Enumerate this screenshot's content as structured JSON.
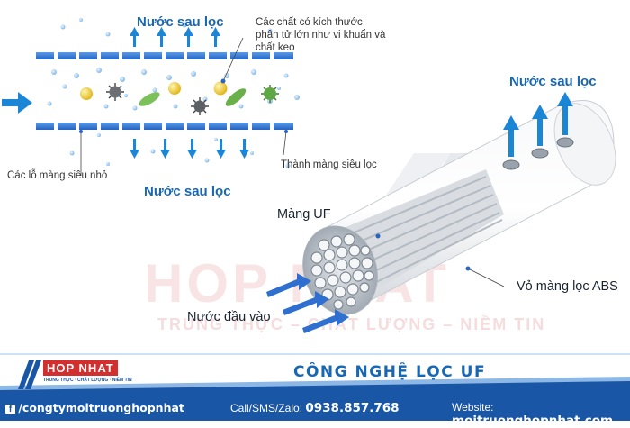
{
  "top_diagram": {
    "label_top": "Nước sau lọc",
    "label_bottom": "Nước sau lọc",
    "label_molecules": "Các chất có kích thước phân tử lớn như vi khuẩn và chất keo",
    "label_pores": "Các lỗ màng siêu nhỏ",
    "label_wall": "Thành màng siêu lọc"
  },
  "cylinder": {
    "label_out": "Nước sau lọc",
    "label_uf": "Màng UF",
    "label_shell": "Vỏ màng lọc ABS",
    "label_in": "Nước đầu vào"
  },
  "watermark": {
    "brand": "HOP NHAT",
    "slogan": "TRUNG THỰC – CHẤT LƯỢNG – NIỀM TIN"
  },
  "footer": {
    "logo_text": "HOP NHAT",
    "logo_slogan": "TRUNG THỰC · CHẤT LƯỢNG · NIỀM TIN",
    "title": "CÔNG NGHỆ LỌC UF",
    "facebook": "/congtymoitruonghopnhat",
    "call_label": "Call/SMS/Zalo:",
    "phone": "0938.857.768",
    "website_label": "Website:",
    "website": "moitruonghopnhat.com"
  },
  "colors": {
    "accent": "#1867b5",
    "membrane": "#2f6fd0",
    "arrow": "#1c86d6",
    "footer": "#1a56a6",
    "brand_red": "#d32f2f"
  }
}
